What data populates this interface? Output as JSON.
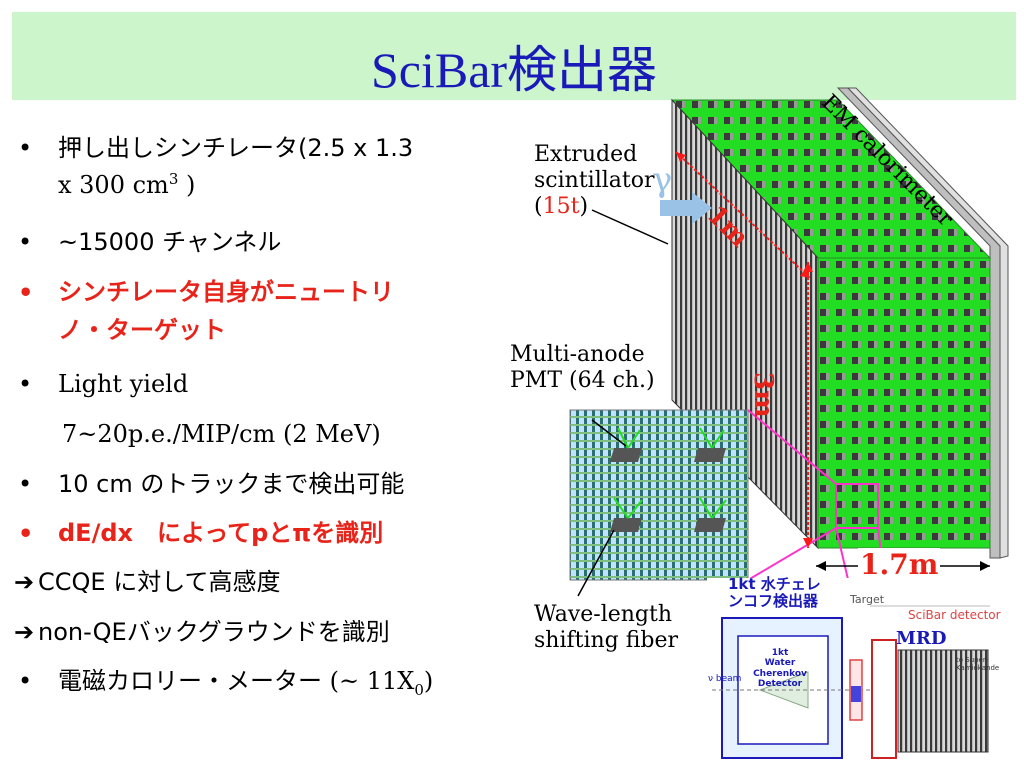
{
  "title": "SciBar検出器",
  "bullets": [
    {
      "line1": "押し出しシンチレータ(2.5 x 1.3",
      "line2a": "x 300 cm",
      "sup": "3",
      "line2b": " )"
    },
    {
      "text": "~15000 チャンネル"
    },
    {
      "line1": "シンチレータ自身がニュートリ",
      "line2": "ノ・ターゲット"
    },
    {
      "text": "Light yield"
    },
    {
      "text": "7~20p.e./MIP/cm (2 MeV)"
    },
    {
      "text": "10 cm のトラックまで検出可能"
    },
    {
      "text": "dE/dx　によってpとπを識別"
    },
    {
      "text": "CCQE に対して高感度"
    },
    {
      "text": "non-QEバックグラウンドを識別"
    },
    {
      "text_a": "電磁カロリー・メーター",
      "text_b": " (~ 11X",
      "sub": "0",
      "text_c": ")"
    }
  ],
  "arrow_glyph": "➔",
  "bullet_glyph": "•",
  "diagram": {
    "em_calorimeter": "EM calorimeter",
    "extruded_l1": "Extruded",
    "extruded_l2": "scintillator",
    "extruded_l3_open": "(",
    "extruded_l3_red": "15t",
    "extruded_l3_close": ")",
    "gamma": "γ",
    "dim_depth": "1.7m",
    "dim_top": "1m",
    "dim_side": "3m",
    "pmt_l1": "Multi-anode",
    "pmt_l2": "PMT (64 ch.)",
    "fiber_l1": "Wave-length",
    "fiber_l2": "shifting fiber",
    "inset_title_l1": "1kt 水チェレ",
    "inset_title_l2": "ンコフ検出器",
    "inset_target": "Target",
    "inset_scibar": "SciBar detector",
    "inset_mrd": "MRD",
    "inset_1kt_l1": "1kt",
    "inset_1kt_l2": "Water Cherenkov",
    "inset_1kt_l3": "Detector",
    "inset_beam": "ν beam",
    "inset_sk": "to Super-Kamiokande"
  },
  "colors": {
    "title_bg": "#ccf5cc",
    "title_text": "#1a1ab8",
    "red": "#e8241a",
    "green": "#22dd22",
    "magenta": "#ff33cc",
    "inset_blue": "#1a1ab8"
  }
}
